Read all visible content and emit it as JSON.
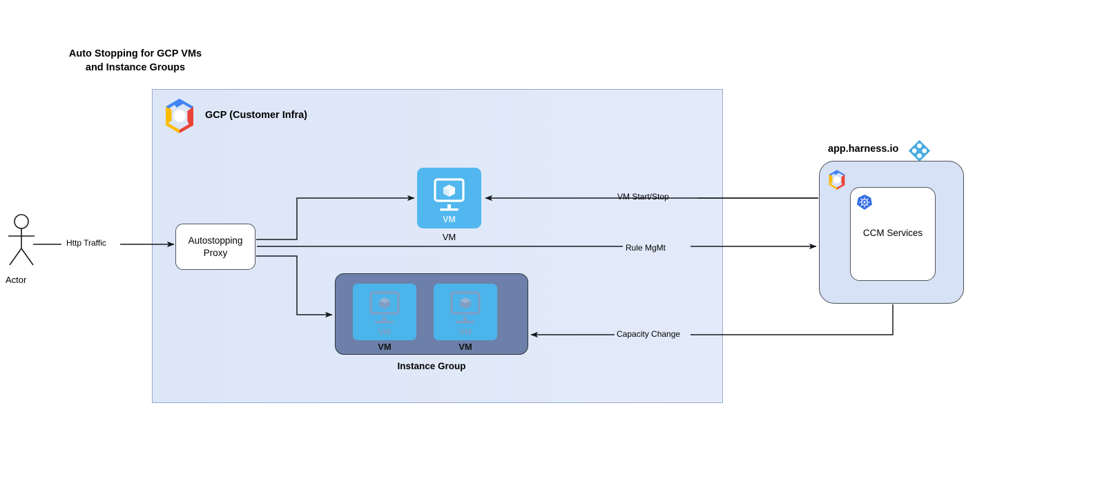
{
  "title": "Auto Stopping for GCP VMs\nand Instance Groups",
  "colors": {
    "gcp_container_bg": "#dfe8f8",
    "gcp_container_border": "#9aaad0",
    "vm_blue": "#51b7ee",
    "instance_group_bg": "#6d80a9",
    "instance_group_border": "#2b3340",
    "harness_box_bg": "#d7e2f6",
    "harness_logo_blue": "#4aabe0",
    "k8s_blue": "#326ce5",
    "edge_stroke": "#15181d",
    "box_white": "#ffffff"
  },
  "gcp": {
    "label": "GCP (Customer Infra)",
    "logo_icon": "gcp-logo-icon"
  },
  "actor": {
    "label": "Actor",
    "icon": "stick-figure-icon"
  },
  "proxy": {
    "label": "Autostopping\nProxy"
  },
  "vm_single": {
    "inner_label": "VM",
    "caption": "VM",
    "icon": "vm-monitor-cube-icon"
  },
  "instance_group": {
    "caption": "Instance Group",
    "vms": [
      {
        "inner_label": "VM",
        "caption": "VM",
        "icon": "vm-monitor-cube-icon"
      },
      {
        "inner_label": "VM",
        "caption": "VM",
        "icon": "vm-monitor-cube-icon"
      }
    ]
  },
  "harness": {
    "title": "app.harness.io",
    "logo_icon": "harness-diamond-logo-icon",
    "gcp_logo_icon": "gcp-logo-icon",
    "ccm": {
      "label": "CCM Services",
      "icon": "kubernetes-helm-wheel-icon"
    }
  },
  "edges": [
    {
      "id": "http-traffic",
      "label": "Http Traffic",
      "from": "actor",
      "to": "proxy"
    },
    {
      "id": "vm-start-stop",
      "label": "VM Start/Stop",
      "from": "ccm",
      "to": "vm"
    },
    {
      "id": "rule-mgmt",
      "label": "Rule MgMt",
      "from": "proxy",
      "to": "ccm"
    },
    {
      "id": "capacity-change",
      "label": "Capacity Change",
      "from": "ccm",
      "to": "instance-group"
    },
    {
      "id": "proxy-to-vm",
      "label": "",
      "from": "proxy",
      "to": "vm"
    },
    {
      "id": "proxy-to-ig",
      "label": "",
      "from": "proxy",
      "to": "instance-group"
    }
  ]
}
